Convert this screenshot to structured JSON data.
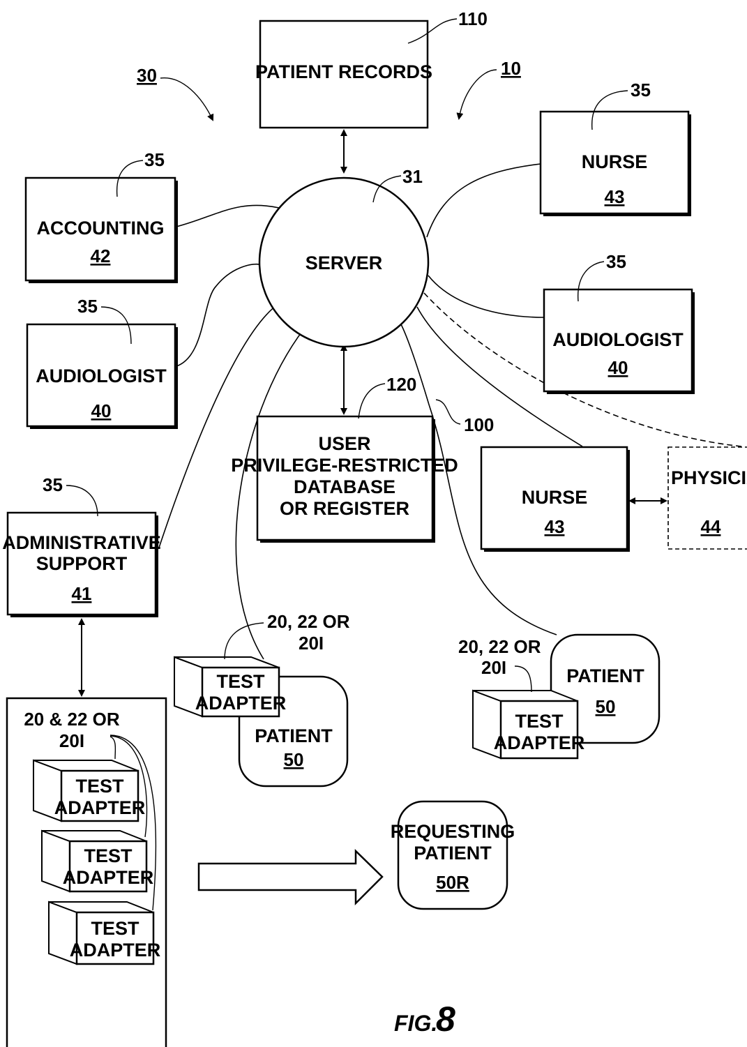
{
  "figure": {
    "caption_prefix": "FIG.",
    "caption_number": "8",
    "system_ref": "10",
    "network_ref": "30"
  },
  "server": {
    "label": "SERVER",
    "ref": "31"
  },
  "patient_records": {
    "label": "PATIENT RECORDS",
    "ref": "110"
  },
  "user_db": {
    "lines": [
      "USER",
      "PRIVILEGE-RESTRICTED",
      "DATABASE",
      "OR REGISTER"
    ],
    "ref": "120"
  },
  "connection_ref": "100",
  "station_ref": "35",
  "stations": {
    "accounting": {
      "label": "ACCOUNTING",
      "num": "42"
    },
    "audiologist_left": {
      "label": "AUDIOLOGIST",
      "num": "40"
    },
    "nurse_top": {
      "label": "NURSE",
      "num": "43"
    },
    "audiologist_right": {
      "label": "AUDIOLOGIST",
      "num": "40"
    },
    "nurse_mid": {
      "label": "NURSE",
      "num": "43"
    },
    "physician": {
      "label": "PHYSICIAN",
      "num": "44"
    },
    "admin": {
      "lines": [
        "ADMINISTRATIVE",
        "SUPPORT"
      ],
      "num": "41"
    }
  },
  "patients": {
    "mid": {
      "label": "PATIENT",
      "num": "50",
      "device_ref": [
        "20, 22 OR",
        "20I"
      ]
    },
    "right": {
      "label": "PATIENT",
      "num": "50",
      "device_ref": [
        "20, 22 OR",
        "20I"
      ]
    },
    "requesting": {
      "lines": [
        "REQUESTING",
        "PATIENT"
      ],
      "num": "50R"
    }
  },
  "adapter_label": [
    "TEST",
    "ADAPTER"
  ],
  "adapter_stack_ref": [
    "20 & 22 OR",
    "20I"
  ]
}
